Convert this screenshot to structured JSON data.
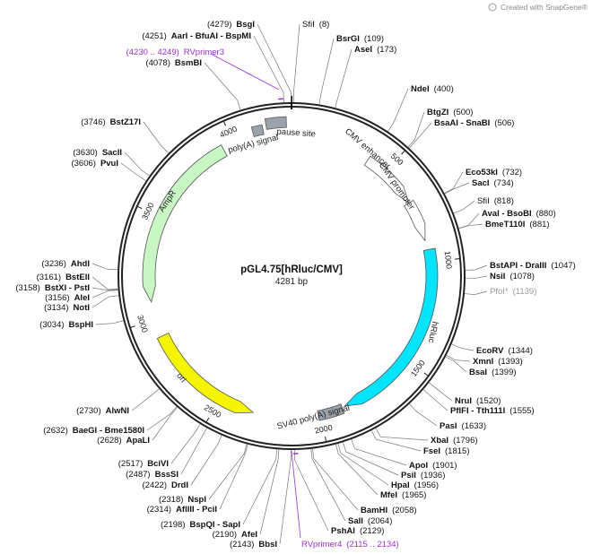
{
  "watermark": "Created with SnapGene®",
  "plasmid": {
    "name": "pGL4.75[hRluc/CMV]",
    "length_label": "4281 bp",
    "total_bp": 4281
  },
  "colors": {
    "ampr": "#c9f7c4",
    "ori": "#f5f500",
    "hrluc": "#00e5ff",
    "terminator": "#9aa3ab",
    "cmv": "#ffffff",
    "primer": "#9b30d9",
    "backbone": "#222222",
    "site_label": "#111111",
    "site_label_gray": "#999999"
  },
  "ticks": [
    {
      "bp": 500,
      "label": "500"
    },
    {
      "bp": 1000,
      "label": "1000"
    },
    {
      "bp": 1500,
      "label": "1500"
    },
    {
      "bp": 2000,
      "label": "2000"
    },
    {
      "bp": 2500,
      "label": "2500"
    },
    {
      "bp": 3000,
      "label": "3000"
    },
    {
      "bp": 3500,
      "label": "3500"
    },
    {
      "bp": 4000,
      "label": "4000"
    }
  ],
  "features": [
    {
      "id": "cmv-enhancer",
      "label": "CMV enhancer",
      "start": 396,
      "end": 690,
      "color": "#ffffff",
      "dir": 1
    },
    {
      "id": "cmv-promoter",
      "label": "CMV promoter",
      "start": 691,
      "end": 894,
      "color": "#ffffff",
      "dir": 1
    },
    {
      "id": "hrluc",
      "label": "hRluc",
      "start": 940,
      "end": 1876,
      "color": "#00e5ff",
      "dir": 1
    },
    {
      "id": "sv40-polya",
      "label": "SV40 poly(A) signal",
      "start": 1890,
      "end": 2011,
      "color": "#9aa3ab",
      "dir": 0
    },
    {
      "id": "ori",
      "label": "ori",
      "start": 2327,
      "end": 2915,
      "color": "#f5f500",
      "dir": -1
    },
    {
      "id": "ampr",
      "label": "AmpR",
      "start": 3086,
      "end": 3946,
      "color": "#c9f7c4",
      "dir": -1
    },
    {
      "id": "polya-signal",
      "label": "poly(A) signal",
      "start": 4102,
      "end": 4150,
      "color": "#9aa3ab",
      "dir": 0
    },
    {
      "id": "pause-site",
      "label": "pause site",
      "start": 4167,
      "end": 4258,
      "color": "#9aa3ab",
      "dir": 0
    }
  ],
  "primers": [
    {
      "id": "rvprimer3",
      "label": "RVprimer3",
      "range": "(4230 .. 4249)",
      "start": 4230,
      "end": 4249
    },
    {
      "id": "rvprimer4",
      "label": "RVprimer4",
      "range": "(2115 .. 2134)",
      "start": 2115,
      "end": 2134
    }
  ],
  "sites": [
    {
      "id": "bsgi",
      "pos": "(4279)",
      "name": "BsgI",
      "bp": 4279,
      "ux": 284,
      "uy": 30,
      "side": "r"
    },
    {
      "id": "sfii-8",
      "name": "SfiI",
      "pos": "(8)",
      "bp": 8,
      "ux": 337,
      "uy": 30,
      "side": "l",
      "normal": true
    },
    {
      "id": "bsrgi",
      "name": "BsrGI",
      "pos": "(109)",
      "bp": 109,
      "ux": 375,
      "uy": 46,
      "side": "l"
    },
    {
      "id": "asei",
      "name": "AseI",
      "pos": "(173)",
      "bp": 173,
      "ux": 395,
      "uy": 58,
      "side": "l"
    },
    {
      "id": "aari",
      "pos": "(4251)",
      "name": "AarI - BfuAI - BspMI",
      "bp": 4251,
      "ux": 280,
      "uy": 43,
      "side": "r"
    },
    {
      "id": "bsmbi",
      "pos": "(4078)",
      "name": "BsmBI",
      "bp": 4078,
      "ux": 225,
      "uy": 73,
      "side": "r"
    },
    {
      "id": "ndei",
      "name": "NdeI",
      "pos": "(400)",
      "bp": 400,
      "ux": 458,
      "uy": 102,
      "side": "l"
    },
    {
      "id": "btgzi",
      "name": "BtgZI",
      "pos": "(500)",
      "bp": 500,
      "ux": 476,
      "uy": 128,
      "side": "l"
    },
    {
      "id": "bsaai",
      "name": "BsaAI - SnaBI",
      "pos": "(506)",
      "bp": 506,
      "ux": 484,
      "uy": 140,
      "side": "l"
    },
    {
      "id": "bstz17i",
      "pos": "(3746)",
      "name": "BstZ17I",
      "bp": 3746,
      "ux": 157,
      "uy": 139,
      "side": "r"
    },
    {
      "id": "sacii",
      "pos": "(3630)",
      "name": "SacII",
      "bp": 3630,
      "ux": 136,
      "uy": 173,
      "side": "r"
    },
    {
      "id": "pvui",
      "pos": "(3606)",
      "name": "PvuI",
      "bp": 3606,
      "ux": 132,
      "uy": 185,
      "side": "r"
    },
    {
      "id": "eco53ki",
      "name": "Eco53kI",
      "pos": "(732)",
      "bp": 732,
      "ux": 519,
      "uy": 195,
      "side": "l"
    },
    {
      "id": "saci",
      "name": "SacI",
      "pos": "(734)",
      "bp": 734,
      "ux": 526,
      "uy": 207,
      "side": "l"
    },
    {
      "id": "sfii-818",
      "name": "SfiI",
      "pos": "(818)",
      "bp": 818,
      "ux": 532,
      "uy": 227,
      "side": "l",
      "normal": true
    },
    {
      "id": "avai",
      "name": "AvaI - BsoBI",
      "pos": "(880)",
      "bp": 880,
      "ux": 537,
      "uy": 241,
      "side": "l"
    },
    {
      "id": "bme-t110i",
      "name": "BmeT110I",
      "pos": "(881)",
      "bp": 881,
      "ux": 541,
      "uy": 253,
      "side": "l"
    },
    {
      "id": "ahdi",
      "pos": "(3236)",
      "name": "AhdI",
      "bp": 3236,
      "ux": 100,
      "uy": 297,
      "side": "r"
    },
    {
      "id": "bstapi",
      "name": "BstAPI - DraIII",
      "pos": "(1047)",
      "bp": 1047,
      "ux": 546,
      "uy": 299,
      "side": "l"
    },
    {
      "id": "nsii",
      "name": "NsiI",
      "pos": "(1078)",
      "bp": 1078,
      "ux": 546,
      "uy": 311,
      "side": "l"
    },
    {
      "id": "bsteii",
      "pos": "(3161)",
      "name": "BstEII",
      "bp": 3161,
      "ux": 100,
      "uy": 312,
      "side": "r"
    },
    {
      "id": "bstxi",
      "pos": "(3158)",
      "name": "BstXI - PstI",
      "bp": 3158,
      "ux": 100,
      "uy": 324,
      "side": "r"
    },
    {
      "id": "pfoi",
      "name": "PfoI*",
      "pos": "(1139)",
      "bp": 1139,
      "ux": 546,
      "uy": 328,
      "side": "l",
      "gray": true
    },
    {
      "id": "alei",
      "pos": "(3156)",
      "name": "AleI",
      "bp": 3156,
      "ux": 100,
      "uy": 335,
      "side": "r"
    },
    {
      "id": "noti",
      "pos": "(3134)",
      "name": "NotI",
      "bp": 3134,
      "ux": 100,
      "uy": 346,
      "side": "r"
    },
    {
      "id": "bsphi",
      "pos": "(3034)",
      "name": "BspHI",
      "bp": 3034,
      "ux": 104,
      "uy": 365,
      "side": "r"
    },
    {
      "id": "ecorv",
      "name": "EcoRV",
      "pos": "(1344)",
      "bp": 1344,
      "ux": 531,
      "uy": 394,
      "side": "l"
    },
    {
      "id": "xmni",
      "name": "XmnI",
      "pos": "(1393)",
      "bp": 1393,
      "ux": 527,
      "uy": 406,
      "side": "l"
    },
    {
      "id": "bsai",
      "name": "BsaI",
      "pos": "(1399)",
      "bp": 1399,
      "ux": 523,
      "uy": 418,
      "side": "l"
    },
    {
      "id": "nrui",
      "name": "NruI",
      "pos": "(1520)",
      "bp": 1520,
      "ux": 507,
      "uy": 450,
      "side": "l"
    },
    {
      "id": "alwni",
      "pos": "(2730)",
      "name": "AlwNI",
      "bp": 2730,
      "ux": 144,
      "uy": 461,
      "side": "r"
    },
    {
      "id": "pflfi",
      "name": "PflFI - Tth111I",
      "pos": "(1555)",
      "bp": 1555,
      "ux": 502,
      "uy": 461,
      "side": "l"
    },
    {
      "id": "pasi",
      "name": "PasI",
      "pos": "(1633)",
      "bp": 1633,
      "ux": 490,
      "uy": 478,
      "side": "l"
    },
    {
      "id": "baegi",
      "pos": "(2632)",
      "name": "BaeGI - Bme1580I",
      "bp": 2632,
      "ux": 161,
      "uy": 483,
      "side": "r"
    },
    {
      "id": "apali",
      "pos": "(2628)",
      "name": "ApaLI",
      "bp": 2628,
      "ux": 167,
      "uy": 494,
      "side": "r"
    },
    {
      "id": "xbai",
      "name": "XbaI",
      "pos": "(1796)",
      "bp": 1796,
      "ux": 480,
      "uy": 494,
      "side": "l"
    },
    {
      "id": "fsei",
      "name": "FseI",
      "pos": "(1815)",
      "bp": 1815,
      "ux": 472,
      "uy": 506,
      "side": "l"
    },
    {
      "id": "apoi",
      "name": "ApoI",
      "pos": "(1901)",
      "bp": 1901,
      "ux": 456,
      "uy": 522,
      "side": "l"
    },
    {
      "id": "bcivi",
      "pos": "(2517)",
      "name": "BciVI",
      "bp": 2517,
      "ux": 188,
      "uy": 520,
      "side": "r"
    },
    {
      "id": "psii",
      "name": "PsiI",
      "pos": "(1936)",
      "bp": 1936,
      "ux": 447,
      "uy": 533,
      "side": "l"
    },
    {
      "id": "bsssi",
      "pos": "(2487)",
      "name": "BssSI",
      "bp": 2487,
      "ux": 199,
      "uy": 532,
      "side": "r"
    },
    {
      "id": "drdi",
      "pos": "(2422)",
      "name": "DrdI",
      "bp": 2422,
      "ux": 210,
      "uy": 544,
      "side": "r"
    },
    {
      "id": "hpai",
      "name": "HpaI",
      "pos": "(1956)",
      "bp": 1956,
      "ux": 436,
      "uy": 544,
      "side": "l"
    },
    {
      "id": "mfei",
      "name": "MfeI",
      "pos": "(1965)",
      "bp": 1965,
      "ux": 424,
      "uy": 555,
      "side": "l"
    },
    {
      "id": "nspi",
      "pos": "(2318)",
      "name": "NspI",
      "bp": 2318,
      "ux": 230,
      "uy": 560,
      "side": "r"
    },
    {
      "id": "afliii",
      "pos": "(2314)",
      "name": "AflIII - PciI",
      "bp": 2314,
      "ux": 242,
      "uy": 571,
      "side": "r"
    },
    {
      "id": "bamhi",
      "name": "BamHI",
      "pos": "(2058)",
      "bp": 2058,
      "ux": 402,
      "uy": 572,
      "side": "l"
    },
    {
      "id": "sali",
      "name": "SalI",
      "pos": "(2064)",
      "bp": 2064,
      "ux": 388,
      "uy": 584,
      "side": "l"
    },
    {
      "id": "bspqi",
      "pos": "(2198)",
      "name": "BspQI - SapI",
      "bp": 2198,
      "ux": 268,
      "uy": 588,
      "side": "r"
    },
    {
      "id": "pshai",
      "name": "PshAI",
      "pos": "(2129)",
      "bp": 2129,
      "ux": 369,
      "uy": 595,
      "side": "l"
    },
    {
      "id": "afei",
      "pos": "(2190)",
      "name": "AfeI",
      "bp": 2190,
      "ux": 287,
      "uy": 599,
      "side": "r"
    },
    {
      "id": "bbsi",
      "pos": "(2143)",
      "name": "BbsI",
      "bp": 2143,
      "ux": 309,
      "uy": 610,
      "side": "r"
    }
  ]
}
